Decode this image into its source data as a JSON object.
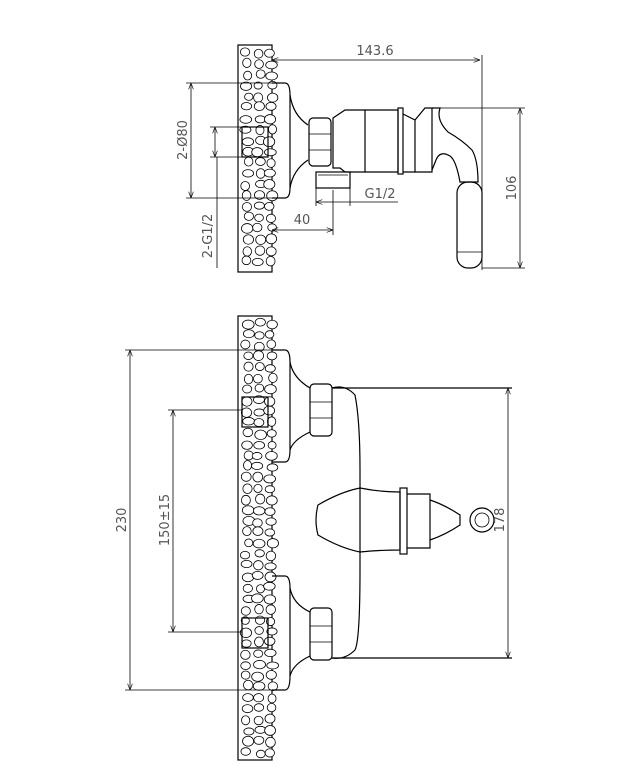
{
  "top_view": {
    "dimensions": {
      "total_depth": "143.6",
      "flange_diameter": "2-Ø80",
      "inlet_thread": "2-G1/2",
      "outlet_offset": "40",
      "outlet_thread": "G1/2",
      "handle_height": "106"
    }
  },
  "front_view": {
    "dimensions": {
      "flange_span": "230",
      "inlet_centers": "150±15",
      "body_height": "178"
    }
  },
  "colors": {
    "line": "#000000",
    "text": "#555555",
    "background": "#ffffff"
  }
}
